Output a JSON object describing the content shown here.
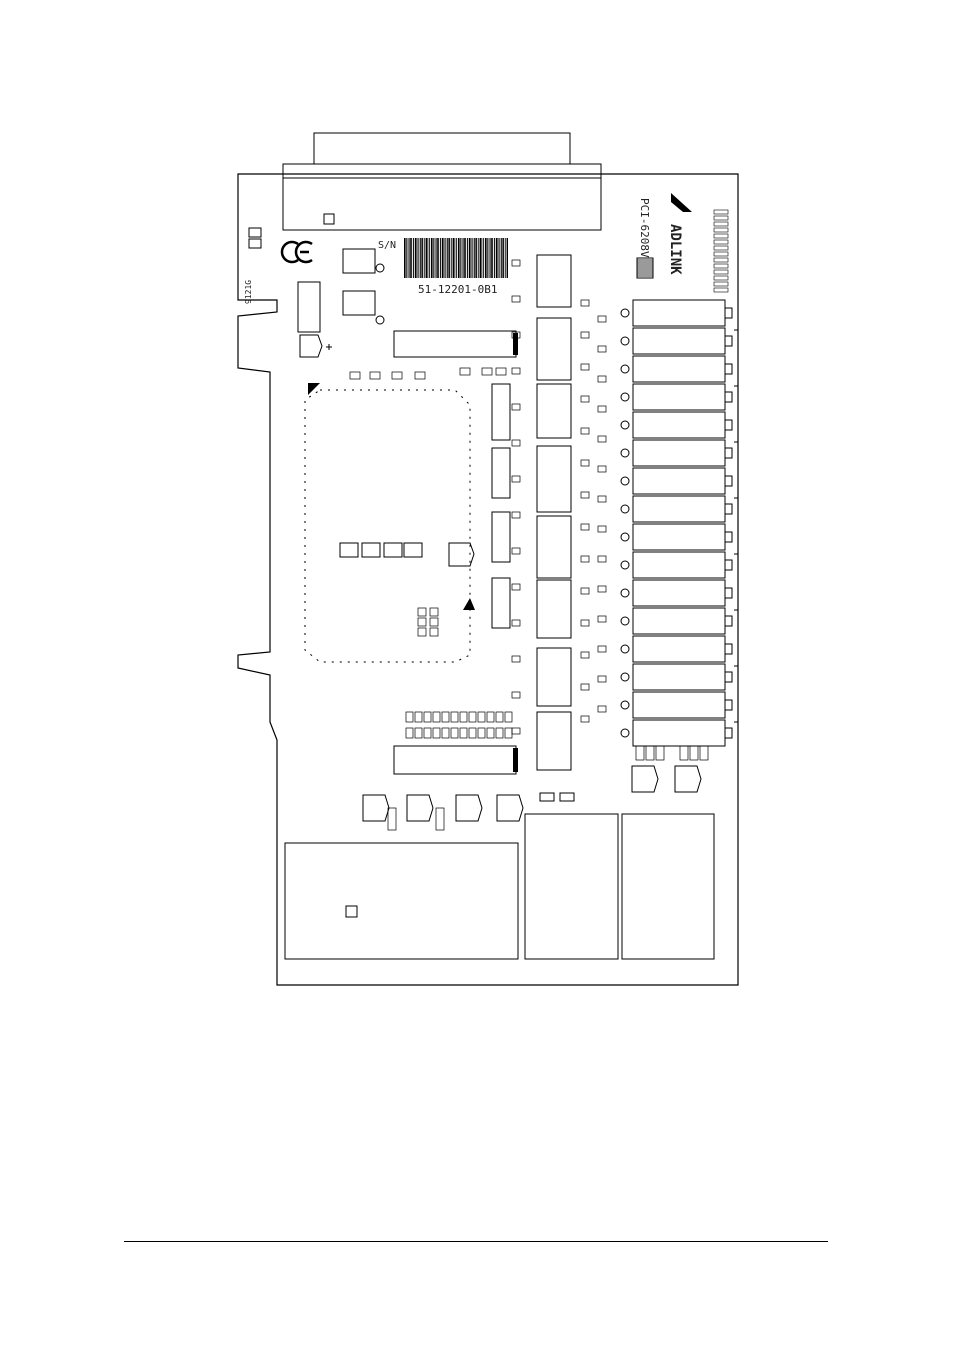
{
  "board": {
    "model": "PCI-6208V",
    "brand": "ADLINK",
    "serial_label": "S/N",
    "part_number": "51-12201-0B1",
    "date_code": "9121G"
  },
  "marks": {
    "ce_mark": "CE"
  },
  "icons": [
    "adlink-logo-icon",
    "ce-mark-icon",
    "barcode-icon",
    "capacitor-icon"
  ],
  "colors": {
    "ink": "#000000",
    "paper": "#ffffff"
  }
}
